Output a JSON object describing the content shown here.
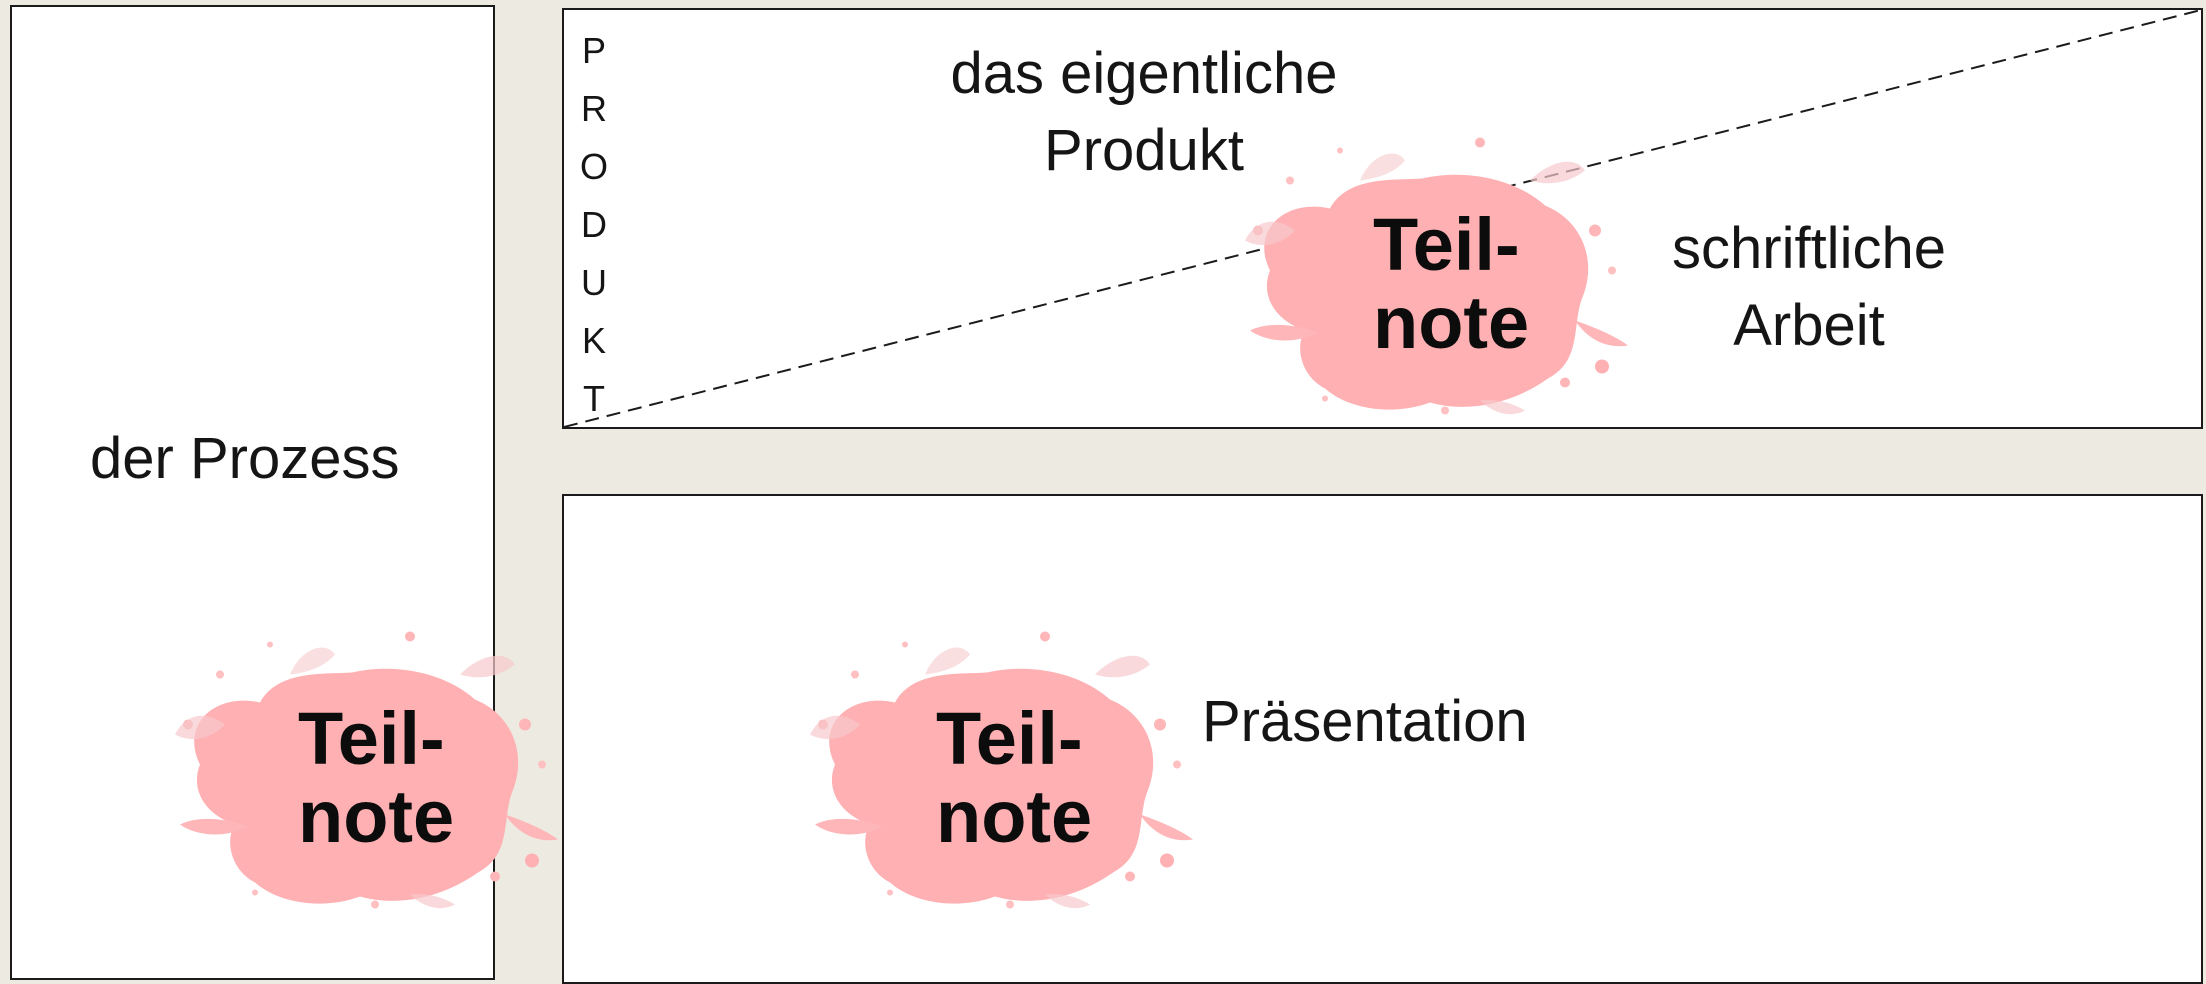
{
  "process": {
    "label": "der Prozess"
  },
  "product": {
    "vertical_label": [
      "P",
      "R",
      "O",
      "D",
      "U",
      "K",
      "T"
    ],
    "top_label": [
      "das eigentliche",
      "Produkt"
    ],
    "right_label": [
      "schriftliche",
      "Arbeit"
    ]
  },
  "presentation": {
    "label": "Präsentation"
  },
  "grade_stamp": {
    "line1": "Teil-",
    "line2": "note"
  },
  "colors": {
    "background": "#edebe1",
    "splat": "#ffb0b3",
    "splat_speckle": "#f7c9cc"
  }
}
